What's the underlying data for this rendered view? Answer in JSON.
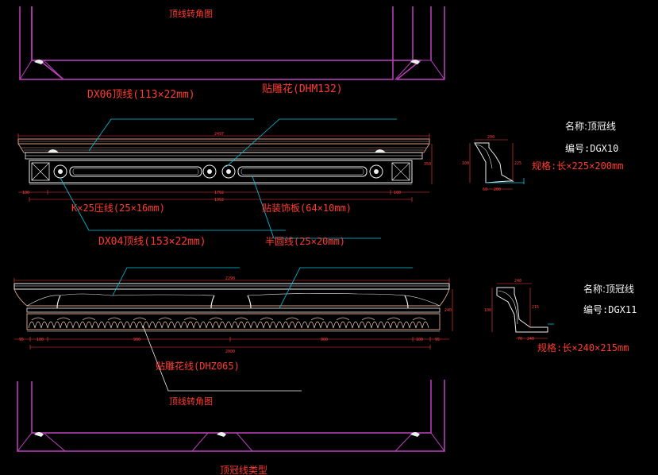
{
  "labels": {
    "corner_top": "顶线转角图",
    "corner_bottom": "顶线转角图",
    "dx06": "DX06顶线(113×22mm)",
    "dhm132": "贴雕花(DHM132)",
    "k25": "K×25压线(25×16mm)",
    "tie_board": "贴装饰板(64×10mm)",
    "dx04": "DX04顶线(153×22mm)",
    "half_round": "半圆线(25×20mm)",
    "dhz065": "贴雕花线(DHZ065)",
    "bottom_title": "顶冠线类型"
  },
  "section1": {
    "name": "名称:顶冠线",
    "code": "编号:DGX10",
    "spec": "规格:长×225×200mm",
    "dims": [
      "200",
      "100",
      "225",
      "200",
      "60"
    ]
  },
  "section2": {
    "name": "名称:顶冠线",
    "code": "编号:DGX11",
    "spec": "规格:长×240×215mm",
    "dims": [
      "240",
      "100",
      "215",
      "240",
      "70"
    ]
  },
  "dims_upper": {
    "overall": "2497",
    "left_end": "100",
    "right_end": "100",
    "middle": "1792",
    "total": "1992",
    "height": "350"
  },
  "dims_lower": {
    "overall": "2290",
    "seg1": "100",
    "seg2": "900",
    "seg3": "900",
    "seg4": "100",
    "total": "2000",
    "left_end": "95",
    "right_end": "95",
    "height": "240"
  },
  "colors": {
    "frame": "#c040c0",
    "leader": "#00c8e6",
    "dimension": "#ff4040",
    "label": "#ff3b30",
    "outline": "#f0f0f0",
    "hatch": "#d09a80"
  }
}
